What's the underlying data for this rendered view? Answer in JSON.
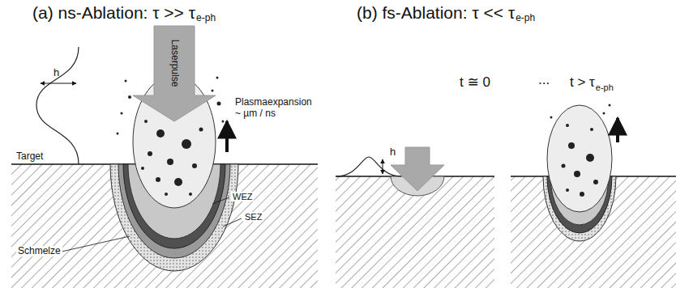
{
  "diagram": {
    "labels": [
      "(a) ns-Ablation: τ >> τ",
      "e-ph",
      "(b) fs-Ablation: τ << τ",
      "e-ph",
      "Laserpulse",
      "Plasmaexpansion",
      "~ µm / ns",
      "Target",
      "WEZ",
      "SEZ",
      "Schmelze",
      "h",
      "t ≅ 0",
      "...",
      "t > τ",
      "e-ph",
      "h"
    ]
  }
}
